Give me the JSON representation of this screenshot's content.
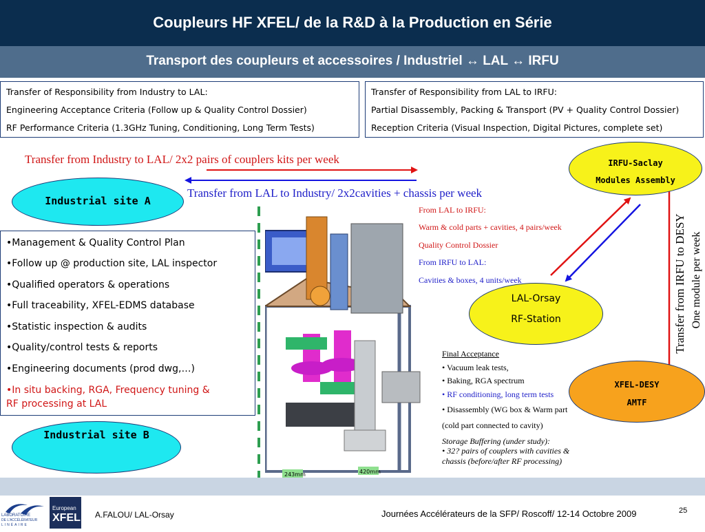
{
  "header": {
    "title": "Coupleurs HF XFEL/ de la R&D à la Production en Série",
    "subtitle": "Transport des coupleurs et accessoires / Industriel ↔ LAL ↔ IRFU"
  },
  "box_left": {
    "lines": [
      "Transfer of Responsibility from Industry to LAL:",
      "Engineering Acceptance Criteria (Follow up & Quality Control Dossier)",
      "RF Performance Criteria (1.3GHz Tuning, Conditioning, Long Term Tests)"
    ]
  },
  "box_right": {
    "lines": [
      "Transfer of Responsibility from LAL to IRFU:",
      "Partial Disassembly, Packing & Transport (PV + Quality Control Dossier)",
      "Reception Criteria (Visual Inspection, Digital Pictures, complete set)"
    ]
  },
  "transfers": {
    "industry_to_lal": "Transfer from Industry to LAL/ 2x2 pairs of couplers kits per week",
    "lal_to_industry": "Transfer from LAL to Industry/ 2x2cavities + chassis per week",
    "irfu_to_desy_1": "Transfer from IRFU to DESY",
    "irfu_to_desy_2": "One module per week"
  },
  "nodes": {
    "site_a": "Industrial site A",
    "site_b": "Industrial site B",
    "irfu_1": "IRFU-Saclay",
    "irfu_2": "Modules Assembly",
    "lal_1": "LAL-Orsay",
    "lal_2": "RF-Station",
    "xfel_1": "XFEL-DESY",
    "xfel_2": "AMTF"
  },
  "lal_irfu_notes": [
    "From LAL to IRFU:",
    "Warm & cold parts + cavities, 4 pairs/week",
    "Quality Control Dossier",
    "From IRFU to LAL:",
    "Cavities & boxes, 4 units/week"
  ],
  "management_list": [
    "•Management & Quality Control Plan",
    "•Follow up @ production site, LAL inspector",
    "•Qualified operators & operations",
    "•Full traceability, XFEL-EDMS database",
    "•Statistic inspection & audits",
    "•Quality/control tests & reports",
    "•Engineering documents (prod dwg,…)",
    "•In situ backing, RGA, Frequency tuning &",
    "RF processing at LAL"
  ],
  "final_acceptance": {
    "title": "Final Acceptance",
    "items": [
      "• Vacuum leak tests,",
      "• Baking, RGA spectrum",
      "• RF conditioning, long term tests",
      "• Disassembly (WG box & Warm part",
      "(cold part connected to cavity)"
    ],
    "storage_title": "Storage Buffering (under study):",
    "storage_1": "• 32? pairs of couplers with cavities &",
    "storage_2": "chassis (before/after RF processing)"
  },
  "drawing_labels": [
    "243mm",
    "420mm"
  ],
  "footer": {
    "author": "A.FALOU/ LAL-Orsay",
    "event": "Journées Accélérateurs de la SFP/  Roscoff/ 12-14 Octobre 2009",
    "page": "25",
    "logo_lal_1": "LABORATOIRE",
    "logo_lal_2": "DE L'ACCÉLÉRATEUR",
    "logo_lal_3": "LINÉAIRE",
    "logo_xfel_1": "European",
    "logo_xfel_2": "XFEL"
  },
  "colors": {
    "title_bg": "#0b2d4e",
    "subtitle_bg": "#4f6d8c",
    "cyan": "#1ee8f0",
    "yellow": "#f7f21a",
    "orange": "#f7a21d",
    "red_arrow": "#e01212",
    "blue_arrow": "#1414e0",
    "green_dash": "#2e9e50"
  }
}
